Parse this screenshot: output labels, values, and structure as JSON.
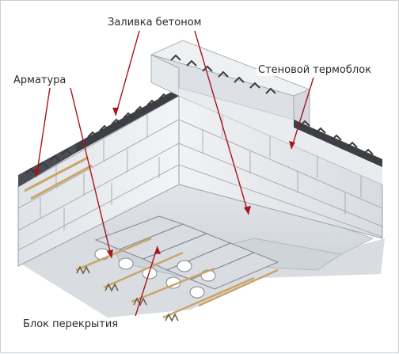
{
  "labels": {
    "concrete_fill": "Заливка бетоном",
    "wall_block": "Стеновой термоблок",
    "rebar": "Арматура",
    "floor_block": "Блок перекрытия"
  },
  "colors": {
    "label_text": "#2a2a2a",
    "leader_line": "#a8151c",
    "wall_face": "#e8eaed",
    "wall_shadow": "#c7ccd2",
    "block_lines": "#9aa1a9",
    "top_dark": "#3d3f44",
    "slab": "#eceef0",
    "slab_shadow": "#b9bfc6",
    "rebar": "#c9a56a",
    "pipe": "#d9dde1",
    "background": "#ffffff"
  }
}
